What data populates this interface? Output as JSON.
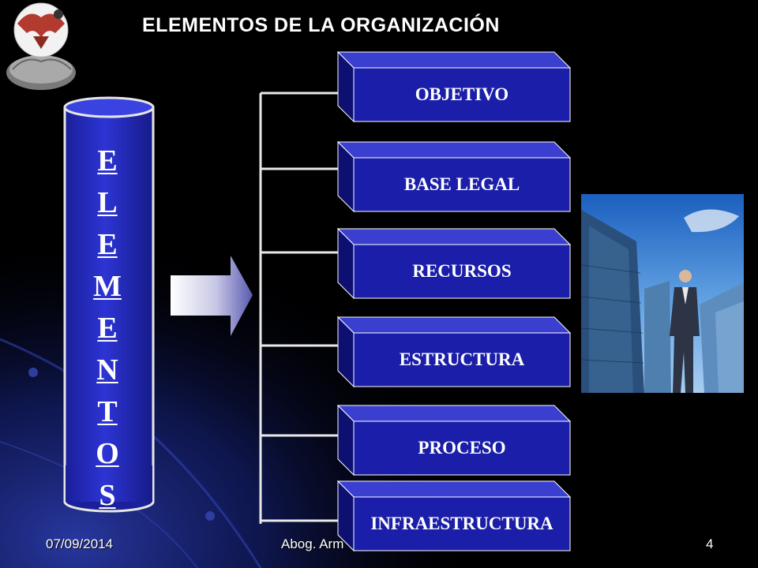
{
  "slide": {
    "title": "ELEMENTOS DE LA ORGANIZACIÓN",
    "cylinder": {
      "letters": [
        "E",
        "L",
        "E",
        "M",
        "E",
        "N",
        "T",
        "O",
        "S"
      ]
    },
    "boxes": [
      {
        "label": "OBJETIVO"
      },
      {
        "label": "BASE LEGAL"
      },
      {
        "label": "RECURSOS"
      },
      {
        "label": "ESTRUCTURA"
      },
      {
        "label": "PROCESO"
      },
      {
        "label": "INFRAESTRUCTURA"
      }
    ],
    "footer": {
      "date": "07/09/2014",
      "author": "Abog. Arm",
      "page_number": "4"
    }
  },
  "colors": {
    "background": "#000000",
    "box_front": "#1a1ea8",
    "box_top": "#3a3fd0",
    "box_side": "#0d1070",
    "cylinder": "#2429b8",
    "bracket": "#e8e8e8"
  },
  "icons": {
    "logo": "eagle-emblem-logo",
    "arrow": "right-arrow-icon",
    "photo": "businessman-skyscrapers-photo"
  }
}
